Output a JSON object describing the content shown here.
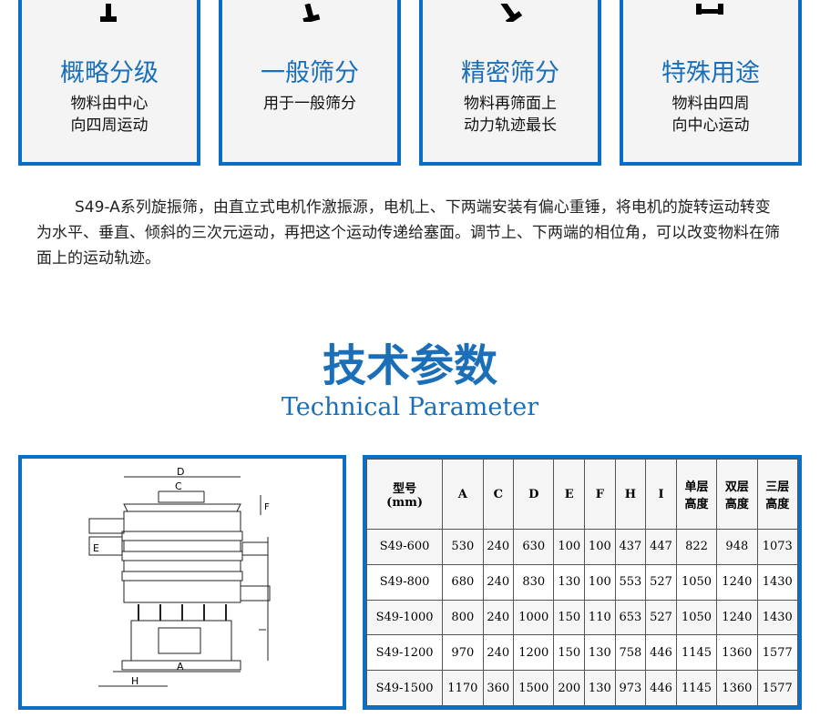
{
  "cards": [
    {
      "title": "概略分级",
      "desc": [
        "物料由中心",
        "向四周运动"
      ]
    },
    {
      "title": "一般筛分",
      "desc": [
        "用于一般筛分",
        ""
      ]
    },
    {
      "title": "精密筛分",
      "desc": [
        "物料再筛面上",
        "动力轨迹最长"
      ]
    },
    {
      "title": "特殊用途",
      "desc": [
        "物料由四周",
        "向中心运动"
      ]
    }
  ],
  "description": "S49-A系列旋振筛，由直立式电机作激振源，电机上、下两端安装有偏心重锤，将电机的旋转运动转变为水平、垂直、倾斜的三次元运动，再把这个运动传递给塞面。调节上、下两端的相位角，可以改变物料在筛面上的运动轨迹。",
  "section": {
    "title": "技术参数",
    "subtitle": "Technical Parameter"
  },
  "diagram": {
    "labels": {
      "D": "D",
      "C": "C",
      "F": "F",
      "E": "E",
      "A": "A",
      "H": "H"
    }
  },
  "table": {
    "headers": [
      "型号\n(mm)",
      "A",
      "C",
      "D",
      "E",
      "F",
      "H",
      "I",
      "单层\n高度",
      "双层\n高度",
      "三层\n高度"
    ],
    "rows": [
      [
        "S49-600",
        "530",
        "240",
        "630",
        "100",
        "100",
        "437",
        "447",
        "822",
        "948",
        "1073"
      ],
      [
        "S49-800",
        "680",
        "240",
        "830",
        "130",
        "100",
        "553",
        "527",
        "1050",
        "1240",
        "1430"
      ],
      [
        "S49-1000",
        "800",
        "240",
        "1000",
        "150",
        "110",
        "653",
        "527",
        "1050",
        "1240",
        "1430"
      ],
      [
        "S49-1200",
        "970",
        "240",
        "1200",
        "150",
        "130",
        "758",
        "446",
        "1145",
        "1360",
        "1577"
      ],
      [
        "S49-1500",
        "1170",
        "360",
        "1500",
        "200",
        "130",
        "973",
        "446",
        "1145",
        "1360",
        "1577"
      ]
    ]
  }
}
